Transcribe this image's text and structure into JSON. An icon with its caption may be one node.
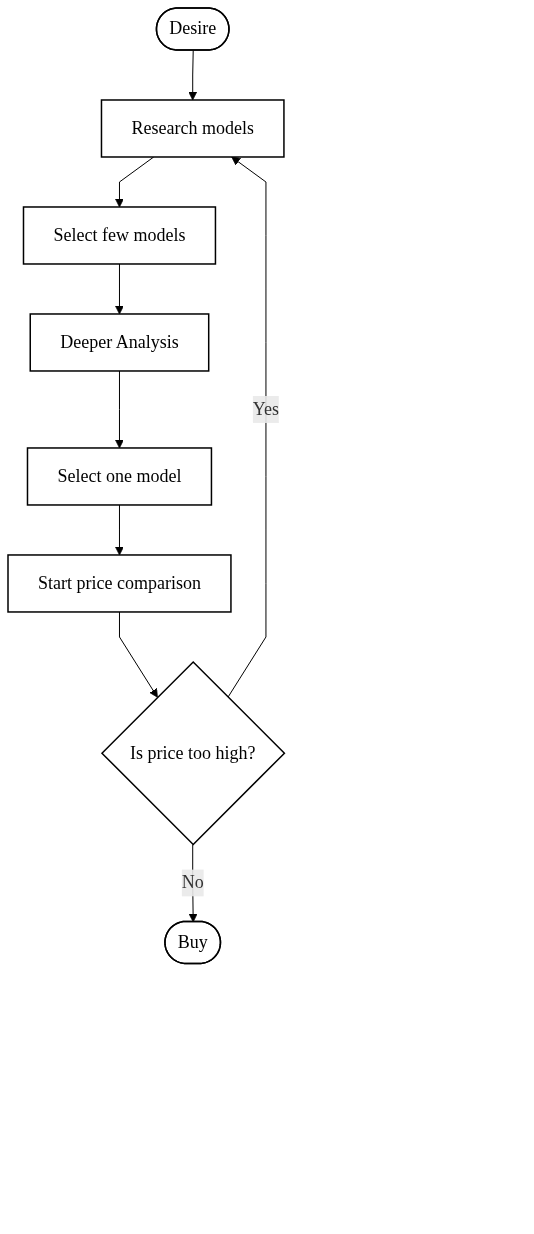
{
  "diagram": {
    "nodes": [
      {
        "text": [
          "Desire"
        ]
      },
      {
        "text": [
          "Research models"
        ]
      },
      {
        "text": [
          "Select few models"
        ]
      },
      {
        "text": [
          "Deeper Analysis"
        ]
      },
      {
        "text": [
          "Select one model"
        ]
      },
      {
        "text": [
          "Start price comparison"
        ]
      },
      {
        "text": [
          "Is price too high?"
        ]
      },
      {
        "text": [
          "Buy"
        ]
      }
    ],
    "edges": [
      {
        "from": 0,
        "to": 1,
        "arrow": "to"
      },
      {
        "from": 1,
        "to": 2,
        "arrow": "to"
      },
      {
        "from": 2,
        "to": 3,
        "arrow": "to"
      },
      {
        "from": 3,
        "to": 4,
        "arrow": "to"
      },
      {
        "from": 4,
        "to": 5,
        "arrow": "to"
      },
      {
        "from": 5,
        "to": 6,
        "arrow": "to"
      },
      {
        "from": 6,
        "to": 1,
        "label": "Yes",
        "arrow": "to"
      },
      {
        "from": 6,
        "to": 7,
        "label": "No",
        "arrow": "to"
      }
    ]
  }
}
